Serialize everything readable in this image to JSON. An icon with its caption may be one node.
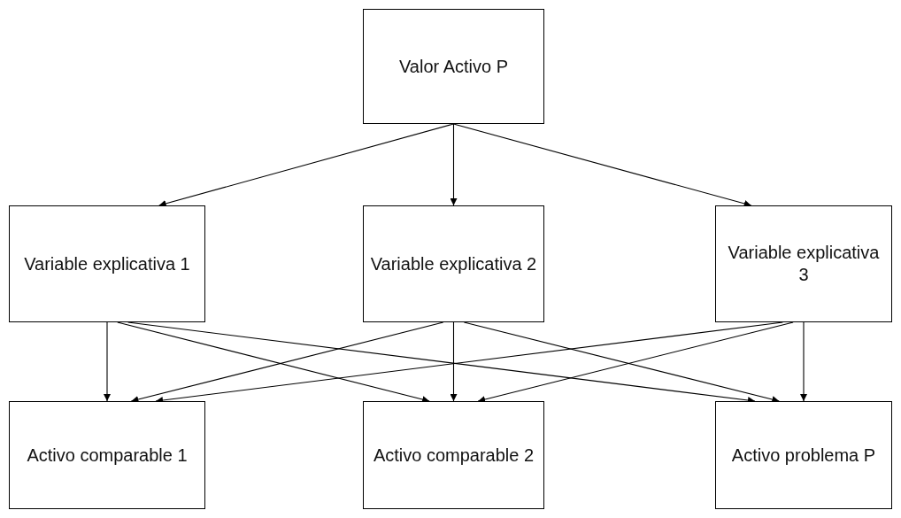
{
  "diagram": {
    "nodes": [
      {
        "text": [
          "Valor Activo P"
        ]
      },
      {
        "text": [
          "Variable explicativa 1"
        ]
      },
      {
        "text": [
          "Variable explicativa 2"
        ]
      },
      {
        "text": [
          "Variable explicativa 3"
        ]
      },
      {
        "text": [
          "Activo comparable 1"
        ]
      },
      {
        "text": [
          "Activo comparable 2"
        ]
      },
      {
        "text": [
          "Activo problema P"
        ]
      }
    ],
    "edges": [
      {
        "from": 0,
        "to": 1,
        "arrow": "to"
      },
      {
        "from": 0,
        "to": 2,
        "arrow": "to"
      },
      {
        "from": 0,
        "to": 3,
        "arrow": "to"
      },
      {
        "from": 1,
        "to": 4,
        "arrow": "to"
      },
      {
        "from": 1,
        "to": 5,
        "arrow": "to"
      },
      {
        "from": 1,
        "to": 6,
        "arrow": "to"
      },
      {
        "from": 2,
        "to": 4,
        "arrow": "to"
      },
      {
        "from": 2,
        "to": 5,
        "arrow": "to"
      },
      {
        "from": 2,
        "to": 6,
        "arrow": "to"
      },
      {
        "from": 3,
        "to": 4,
        "arrow": "to"
      },
      {
        "from": 3,
        "to": 5,
        "arrow": "to"
      },
      {
        "from": 3,
        "to": 6,
        "arrow": "to"
      }
    ]
  }
}
